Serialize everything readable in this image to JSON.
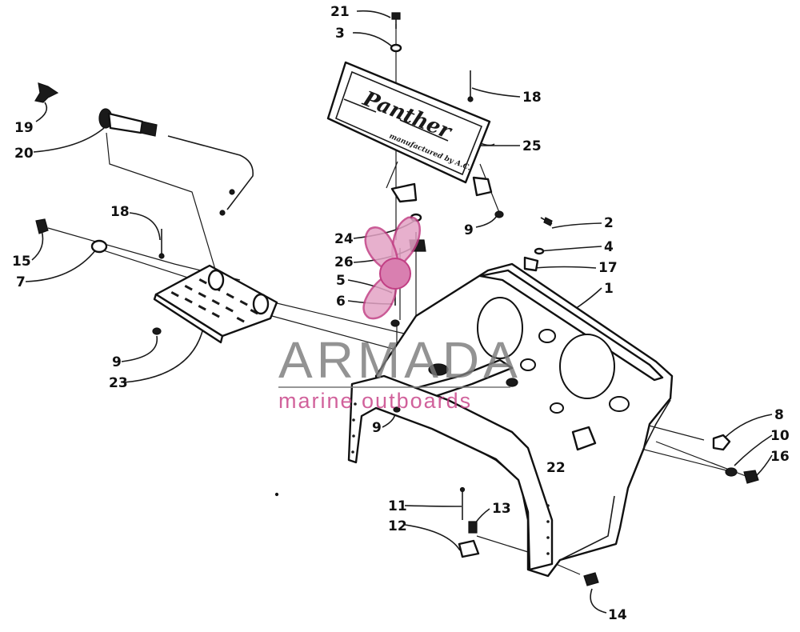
{
  "watermark": {
    "brand": "ARMADA",
    "tagline": "marine outboards",
    "colors": {
      "brand_text": "#7c7c7c",
      "tagline_text": "#c73f86",
      "logo_pink": "#d97fb0",
      "logo_dark": "#c13f84"
    },
    "logo_icon": "propeller-logo-icon"
  },
  "callouts": [
    {
      "id": "c21",
      "label": "21"
    },
    {
      "id": "c3",
      "label": "3"
    },
    {
      "id": "c18a",
      "label": "18"
    },
    {
      "id": "c25",
      "label": "25"
    },
    {
      "id": "c19",
      "label": "19"
    },
    {
      "id": "c20",
      "label": "20"
    },
    {
      "id": "c18b",
      "label": "18"
    },
    {
      "id": "c2",
      "label": "2"
    },
    {
      "id": "c4",
      "label": "4"
    },
    {
      "id": "c9a",
      "label": "9"
    },
    {
      "id": "c24",
      "label": "24"
    },
    {
      "id": "c17",
      "label": "17"
    },
    {
      "id": "c15",
      "label": "15"
    },
    {
      "id": "c26",
      "label": "26"
    },
    {
      "id": "c7",
      "label": "7"
    },
    {
      "id": "c1",
      "label": "1"
    },
    {
      "id": "c5",
      "label": "5"
    },
    {
      "id": "c6",
      "label": "6"
    },
    {
      "id": "c9b",
      "label": "9"
    },
    {
      "id": "c23",
      "label": "23"
    },
    {
      "id": "c8",
      "label": "8"
    },
    {
      "id": "c9c",
      "label": "9"
    },
    {
      "id": "c10",
      "label": "10"
    },
    {
      "id": "c22",
      "label": "22"
    },
    {
      "id": "c16",
      "label": "16"
    },
    {
      "id": "c11",
      "label": "11"
    },
    {
      "id": "c13",
      "label": "13"
    },
    {
      "id": "c12",
      "label": "12"
    },
    {
      "id": "c14",
      "label": "14"
    }
  ]
}
